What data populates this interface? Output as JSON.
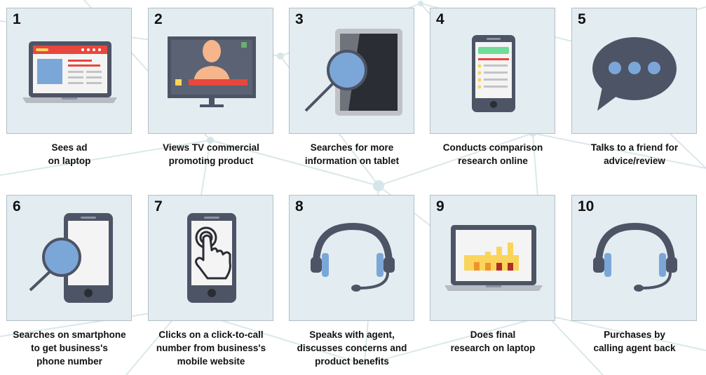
{
  "colors": {
    "tile_bg": "#e3ecf1",
    "accent_red": "#e8473e",
    "accent_blue": "#7ba7d8",
    "device_dark": "#4d5465",
    "screen_light": "#f4f4f4",
    "chart_yellow": "#fbd55b"
  },
  "steps": [
    {
      "number": "1",
      "icon": "laptop-ad-icon",
      "caption_lines": [
        "Sees ad",
        "on laptop"
      ]
    },
    {
      "number": "2",
      "icon": "tv-commercial-icon",
      "caption_lines": [
        "Views TV commercial",
        "promoting product"
      ]
    },
    {
      "number": "3",
      "icon": "tablet-search-icon",
      "caption_lines": [
        "Searches for more",
        "information on tablet"
      ]
    },
    {
      "number": "4",
      "icon": "phone-comparison-icon",
      "caption_lines": [
        "Conducts comparison",
        "research online"
      ]
    },
    {
      "number": "5",
      "icon": "speech-bubble-icon",
      "caption_lines": [
        "Talks to a friend for",
        "advice/review"
      ]
    },
    {
      "number": "6",
      "icon": "smartphone-search-icon",
      "caption_lines": [
        "Searches on smartphone",
        "to get business's",
        "phone number"
      ]
    },
    {
      "number": "7",
      "icon": "tap-phone-icon",
      "caption_lines": [
        "Clicks on a click-to-call",
        "number from business's",
        "mobile website"
      ]
    },
    {
      "number": "8",
      "icon": "headset-icon",
      "caption_lines": [
        "Speaks with agent,",
        "discusses concerns and",
        "product benefits"
      ]
    },
    {
      "number": "9",
      "icon": "laptop-chart-icon",
      "caption_lines": [
        "Does final",
        "research on laptop"
      ]
    },
    {
      "number": "10",
      "icon": "headset-icon",
      "caption_lines": [
        "Purchases by",
        "calling agent back"
      ]
    }
  ]
}
